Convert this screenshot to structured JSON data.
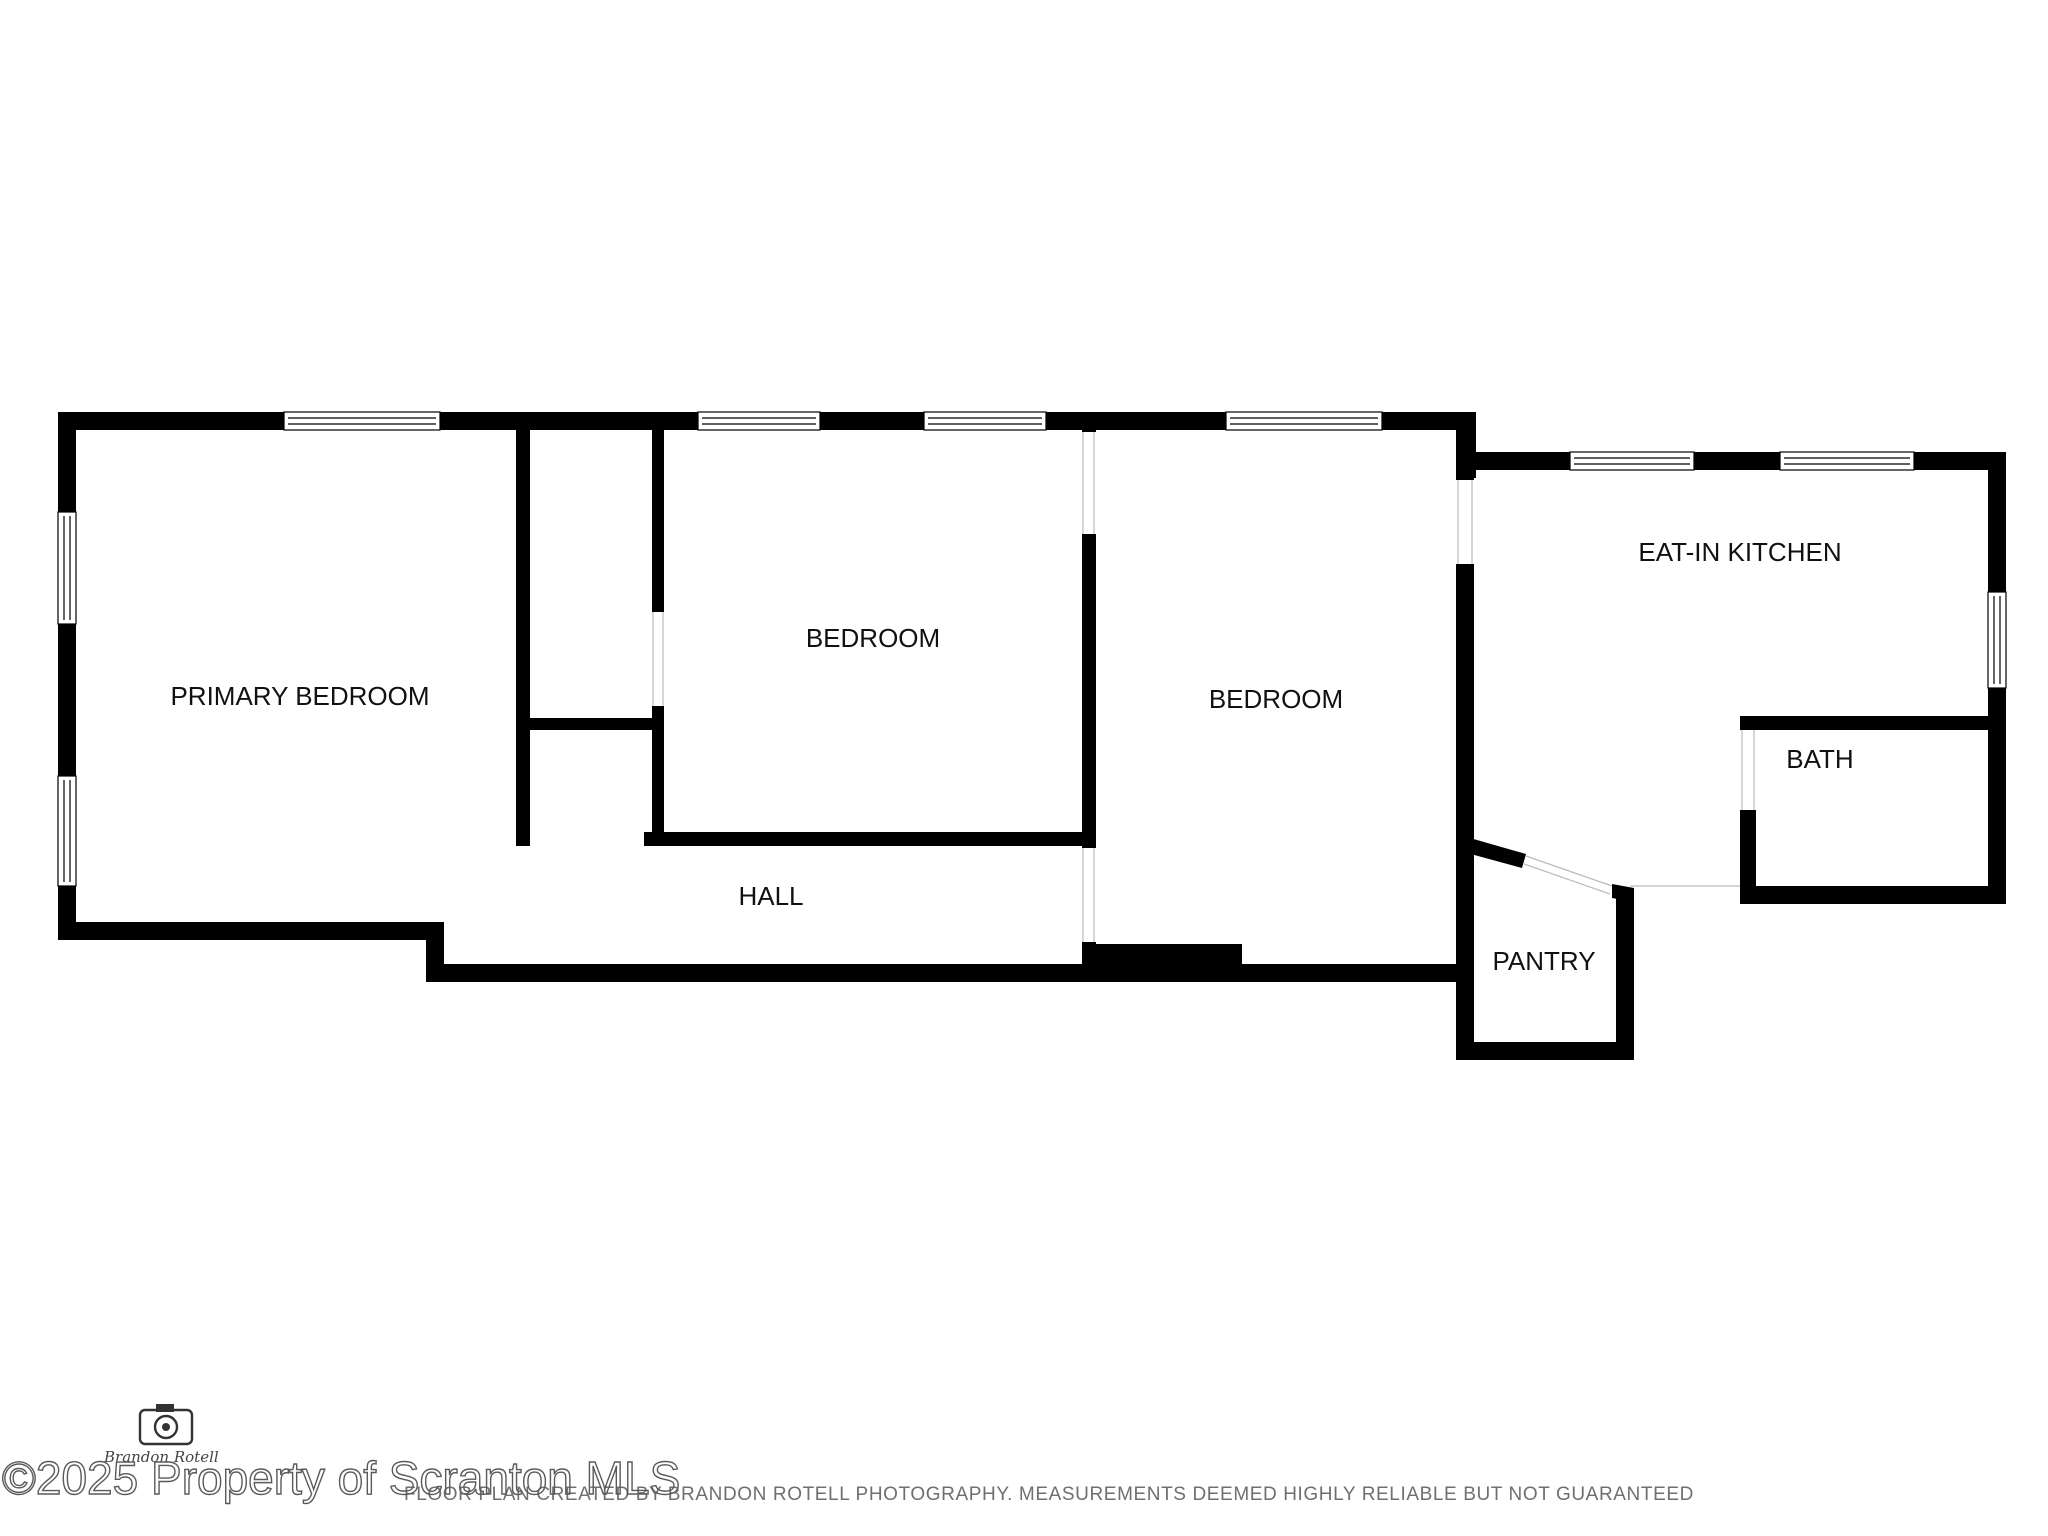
{
  "rooms": {
    "primary_bedroom": "PRIMARY BEDROOM",
    "bedroom_1": "BEDROOM",
    "bedroom_2": "BEDROOM",
    "eat_in_kitchen": "EAT-IN KITCHEN",
    "bath": "BATH",
    "hall": "HALL",
    "pantry": "PANTRY"
  },
  "footer": {
    "note": "FLOOR PLAN CREATED BY BRANDON ROTELL PHOTOGRAPHY. MEASUREMENTS DEEMED HIGHLY RELIABLE BUT NOT GUARANTEED",
    "watermark": "©2025 Property of Scranton MLS",
    "logo_signature": "Brandon Rotell",
    "logo_icon": "camera-icon"
  },
  "colors": {
    "wall": "#000000",
    "background": "#ffffff"
  }
}
